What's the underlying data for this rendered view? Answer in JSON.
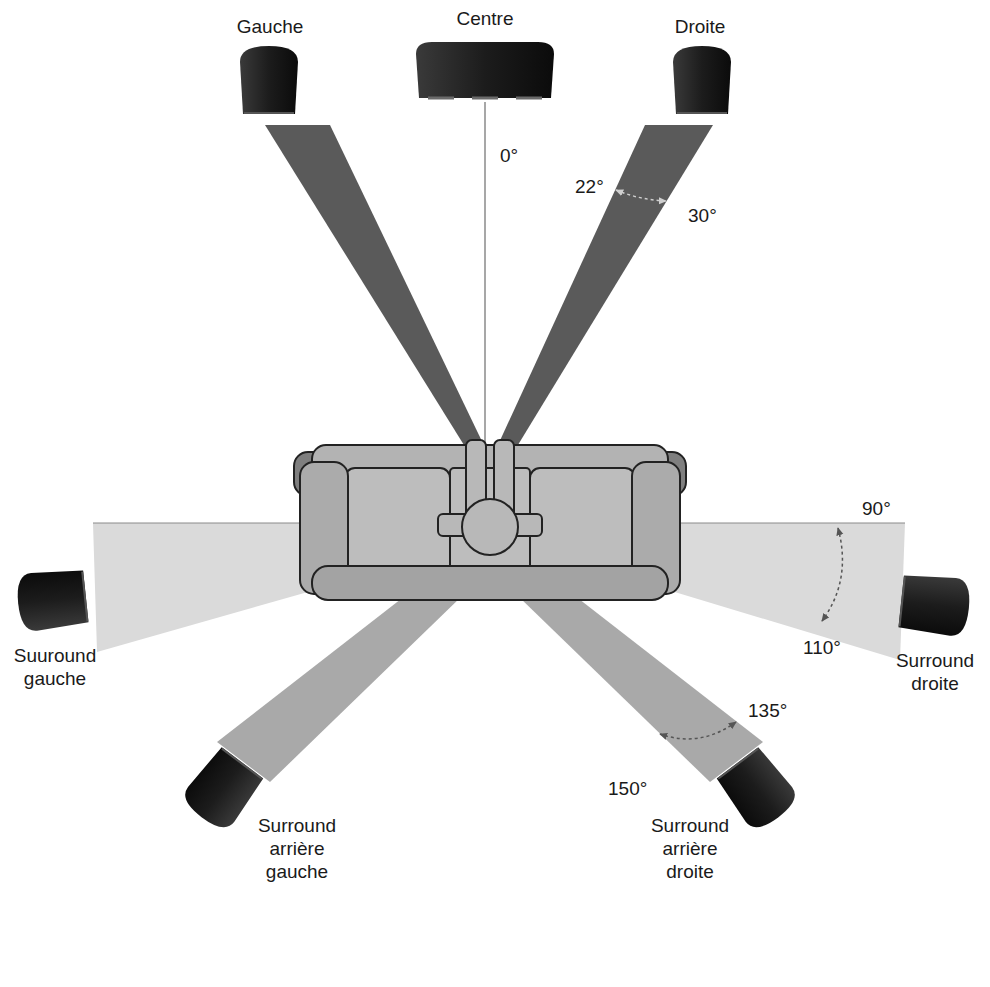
{
  "diagram": {
    "nodes": [
      {
        "text": [
          "Gauche"
        ]
      },
      {
        "text": [
          "Centre"
        ]
      },
      {
        "text": [
          "Droite"
        ]
      },
      {
        "text": [
          "Suuround gauche"
        ]
      },
      {
        "text": [
          "Surround droite"
        ]
      },
      {
        "text": [
          "Surround arrière gauche"
        ]
      },
      {
        "text": [
          "Surround arrière droite"
        ]
      }
    ],
    "labels": [
      "0°",
      "22°",
      "30°",
      "90°",
      "110°",
      "135°",
      "150°"
    ]
  }
}
